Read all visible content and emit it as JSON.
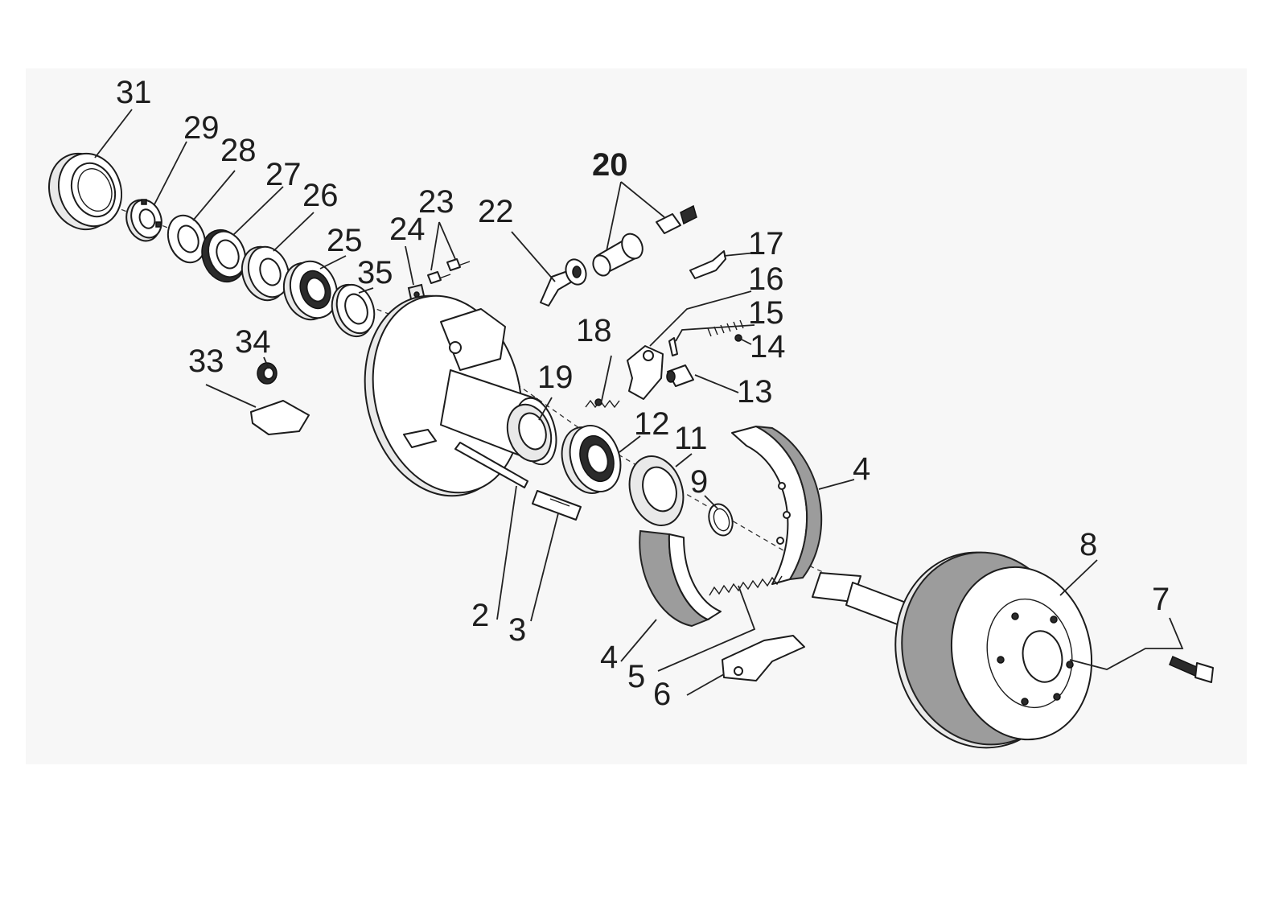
{
  "callouts": {
    "c31": "31",
    "c29": "29",
    "c28": "28",
    "c27": "27",
    "c26": "26",
    "c25": "25",
    "c35": "35",
    "c24": "24",
    "c23": "23",
    "c22": "22",
    "c20": "20",
    "c17": "17",
    "c16": "16",
    "c15": "15",
    "c14": "14",
    "c13": "13",
    "c18": "18",
    "c19": "19",
    "c12": "12",
    "c11": "11",
    "c9": "9",
    "c4a": "4",
    "c4b": "4",
    "c8": "8",
    "c7": "7",
    "c2": "2",
    "c3": "3",
    "c5": "5",
    "c6": "6",
    "c33": "33",
    "c34": "34"
  }
}
